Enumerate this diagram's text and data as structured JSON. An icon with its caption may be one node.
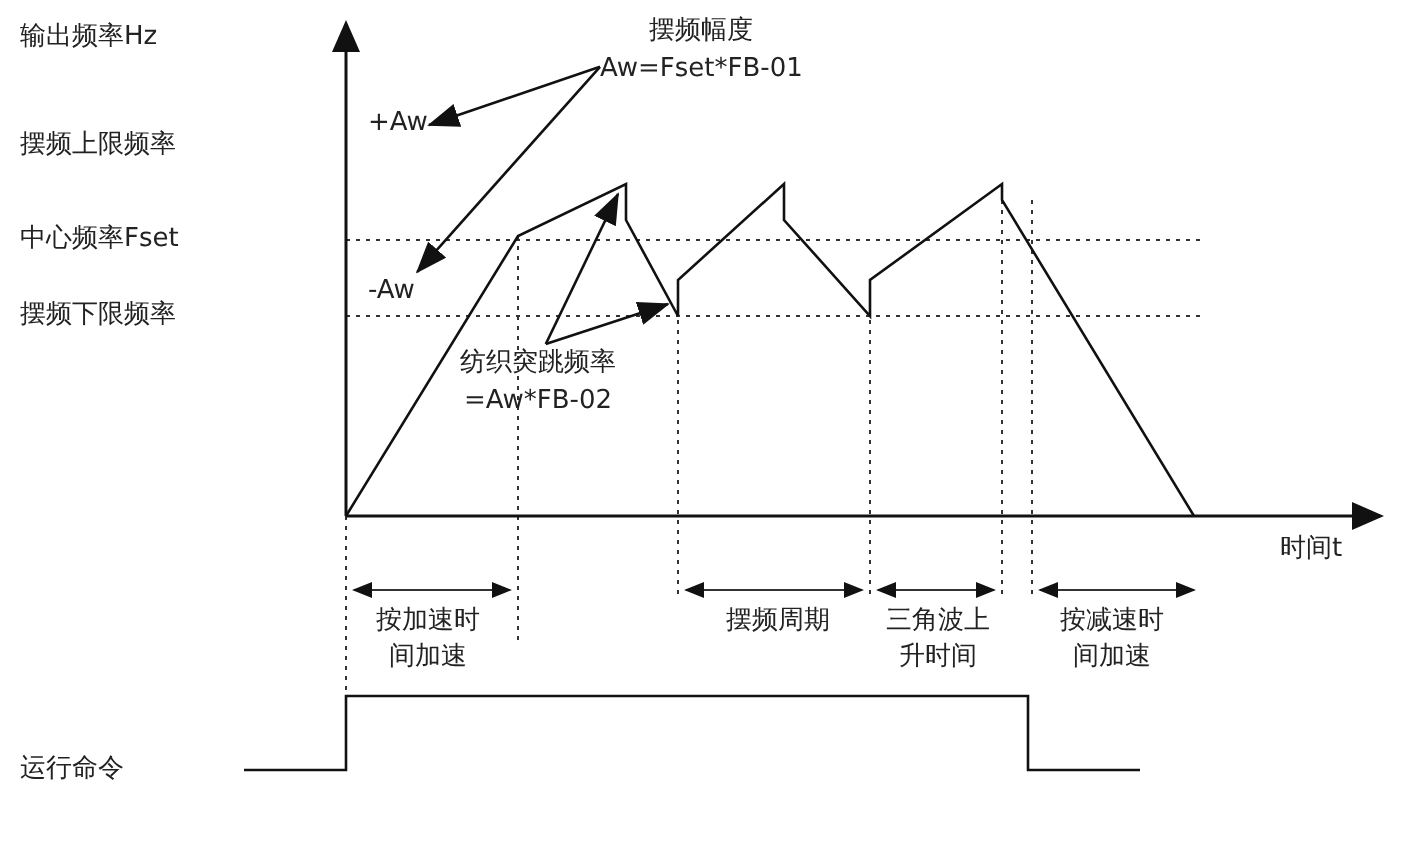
{
  "diagram": {
    "nodes": [
      {
        "text": [
          "摆频幅度",
          "Aw=Fset*FB-01"
        ]
      },
      {
        "text": [
          "+Aw"
        ]
      },
      {
        "text": [
          "-Aw"
        ]
      },
      {
        "text": [
          "纺织突跳频率",
          "=Aw*FB-02"
        ]
      }
    ],
    "edges": [
      {
        "from": 0,
        "to": 1,
        "arrow": "to"
      },
      {
        "from": 0,
        "to": 2,
        "arrow": "to"
      },
      {
        "from": 3,
        "to": null,
        "arrow": "to"
      },
      {
        "from": 3,
        "to": null,
        "arrow": "to"
      }
    ],
    "labels": [
      "输出频率Hz",
      "摆频上限频率",
      "中心频率Fset",
      "摆频下限频率",
      "时间t",
      "按加速时间加速",
      "摆频周期",
      "三角波上升时间",
      "按减速时间加速",
      "运行命令"
    ]
  }
}
